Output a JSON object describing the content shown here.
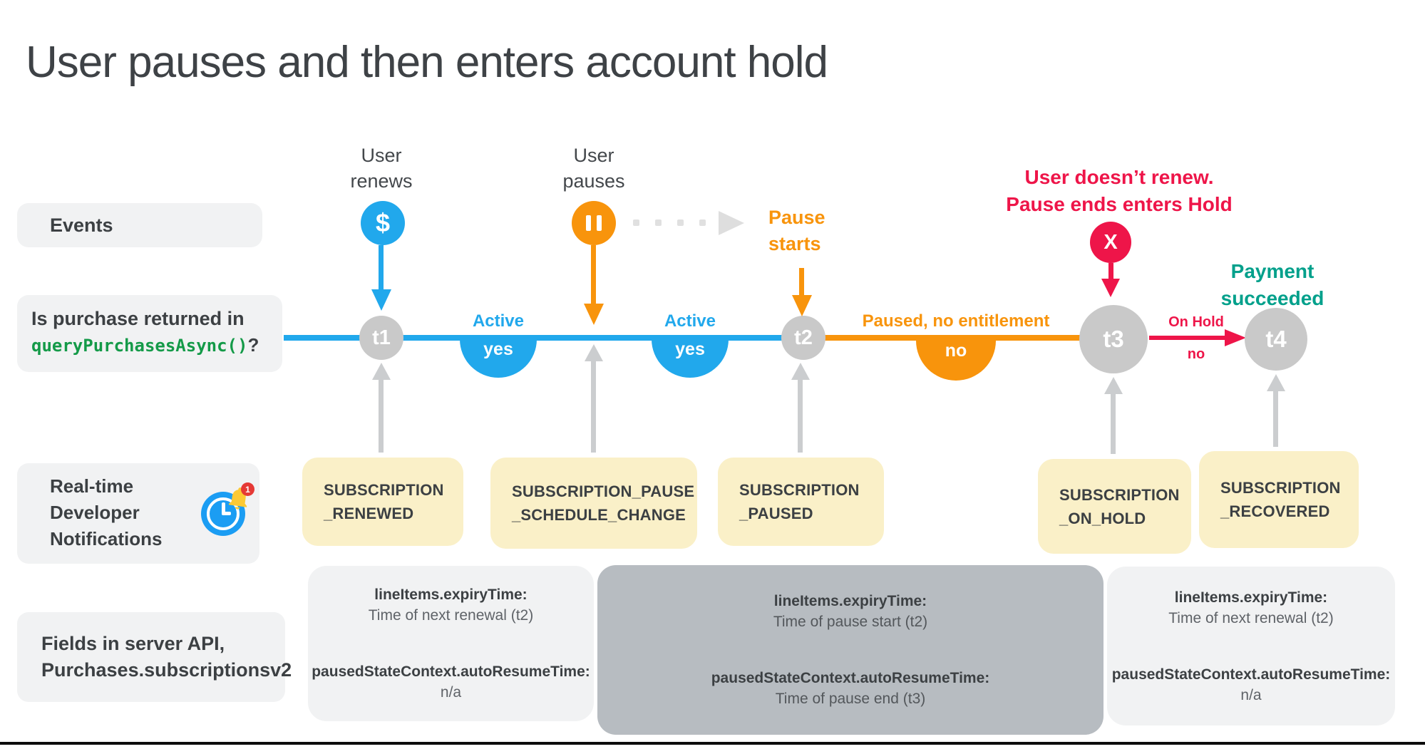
{
  "title": "User pauses and then enters account hold",
  "colors": {
    "blue": "#21A8EC",
    "orange": "#F8940C",
    "red": "#EE1549",
    "teal": "#01A08B",
    "gray_node": "#C9C9C9",
    "gray_arrow": "#CBCDCF",
    "yellow_box": "#FAF0C8",
    "light_box": "#F1F2F3",
    "dark_box": "#B7BCC1",
    "green_code": "#149A48"
  },
  "left_rail": {
    "events_label": "Events",
    "purchase_question": {
      "line1": "Is purchase returned in",
      "code": "queryPurchasesAsync()",
      "suffix": "?"
    },
    "rtdn": {
      "line1": "Real-time",
      "line2": "Developer",
      "line3": "Notifications",
      "badge": "1"
    },
    "fields": {
      "line1": "Fields in server API,",
      "line2": "Purchases.subscriptionsv2"
    }
  },
  "events_row": {
    "dollar_glyph": "$",
    "x_glyph": "X",
    "renew": {
      "line1": "User",
      "line2": "renews"
    },
    "pause": {
      "line1": "User",
      "line2": "pauses"
    },
    "pause_starts": {
      "line1": "Pause",
      "line2": "starts"
    },
    "hold_warning": {
      "line1": "User doesn’t renew.",
      "line2": "Pause ends enters Hold"
    },
    "payment_succeeded": {
      "line1": "Payment",
      "line2": "succeeded"
    }
  },
  "timeline": {
    "nodes": [
      {
        "label": "t1"
      },
      {
        "label": "t2"
      },
      {
        "label": "t3"
      },
      {
        "label": "t4"
      }
    ],
    "statuses": [
      {
        "state": "Active",
        "answer": "yes"
      },
      {
        "state": "Active",
        "answer": "yes"
      },
      {
        "state": "Paused, no entitlement",
        "answer": "no"
      },
      {
        "state": "On Hold",
        "answer": "no"
      }
    ]
  },
  "rtdn_boxes": [
    {
      "line1": "SUBSCRIPTION",
      "line2": "_RENEWED"
    },
    {
      "line1": "SUBSCRIPTION_PAUSE",
      "line2": "_SCHEDULE_CHANGE"
    },
    {
      "line1": "SUBSCRIPTION",
      "line2": "_PAUSED"
    },
    {
      "line1": "SUBSCRIPTION",
      "line2": "_ON_HOLD"
    },
    {
      "line1": "SUBSCRIPTION",
      "line2": "_RECOVERED"
    }
  ],
  "field_boxes": [
    {
      "key1": "lineItems.expiryTime:",
      "val1": "Time of next renewal (t2)",
      "key2": "pausedStateContext.autoResumeTime:",
      "val2": "n/a"
    },
    {
      "key1": "lineItems.expiryTime:",
      "val1": "Time of pause start (t2)",
      "key2": "pausedStateContext.autoResumeTime:",
      "val2": "Time of pause end (t3)"
    },
    {
      "key1": "lineItems.expiryTime:",
      "val1": "Time of next renewal (t2)",
      "key2": "pausedStateContext.autoResumeTime:",
      "val2": "n/a"
    }
  ]
}
